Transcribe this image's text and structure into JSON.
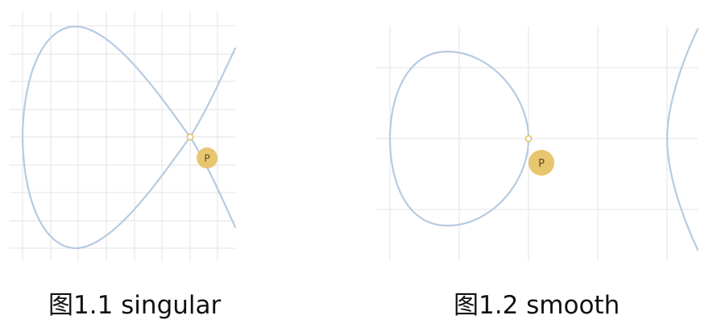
{
  "figures": [
    {
      "caption": "图1.1 singular",
      "point_label": "P"
    },
    {
      "caption": "图1.2 smooth",
      "point_label": "P"
    }
  ],
  "colors": {
    "grid": "#e3e3e3",
    "curve": "#b7cbe1",
    "point_fill": "#ffffff",
    "point_stroke": "#e2c26a",
    "badge": "#e8c66f",
    "badge_text": "#5b4b1e",
    "caption": "#111111"
  }
}
